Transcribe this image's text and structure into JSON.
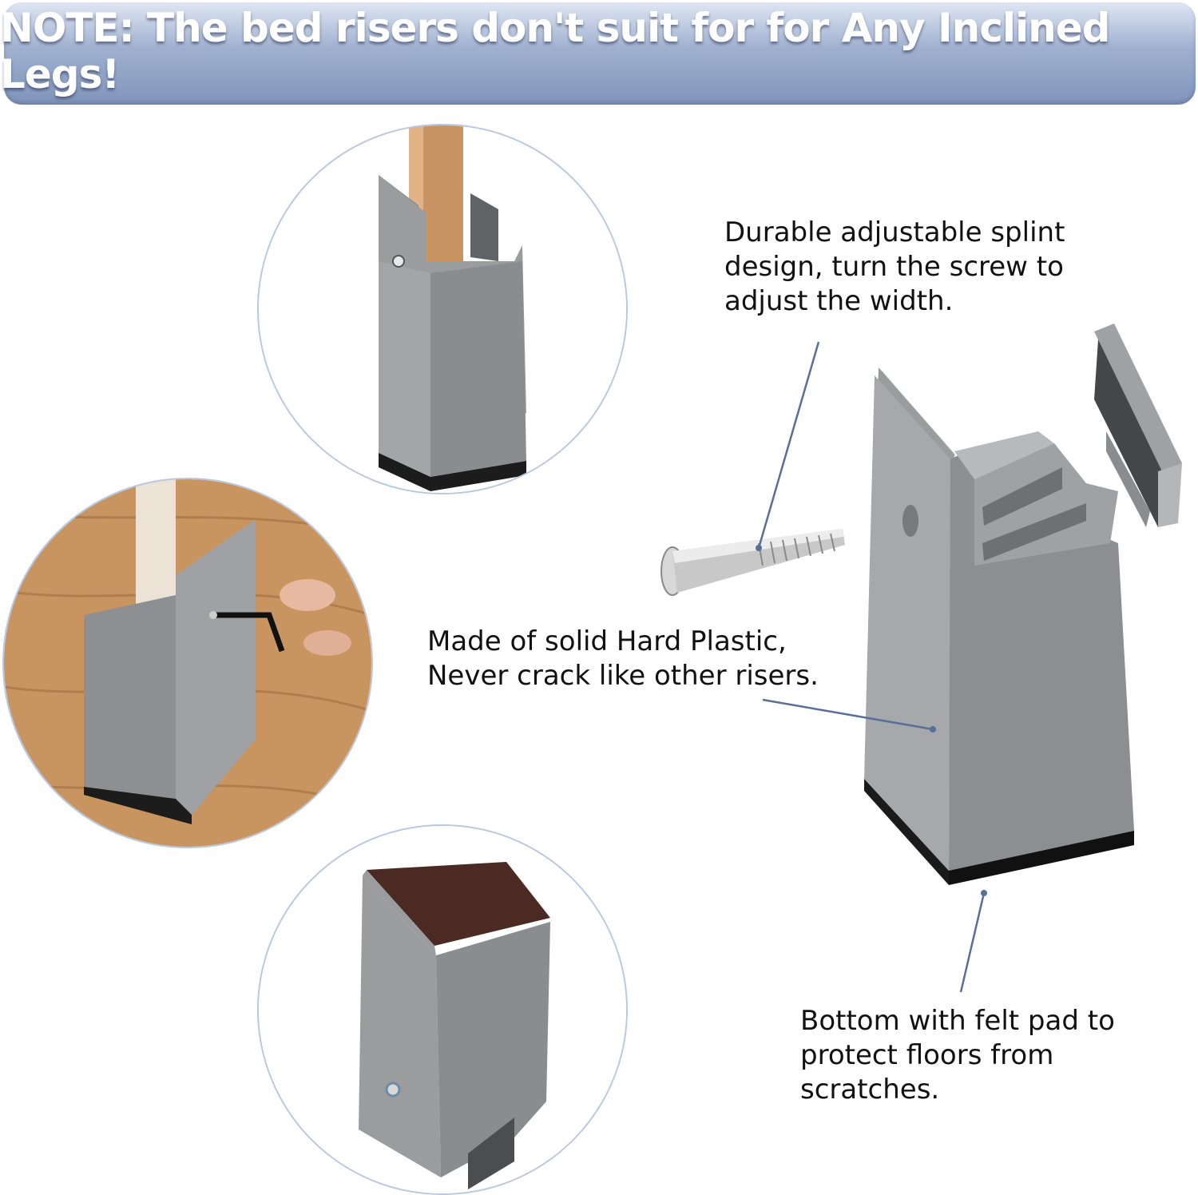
{
  "banner": {
    "text": "NOTE: The bed risers don't suit for for Any Inclined Legs!"
  },
  "callouts": {
    "splint": "Durable adjustable splint\ndesign, turn the screw to\nadjust the width.",
    "material": "Made of solid Hard Plastic,\nNever crack like other risers.",
    "felt": "Bottom with felt pad to\nprotect floors from\nscratches."
  },
  "colors": {
    "banner_top": "#dfe6f3",
    "banner_bottom": "#8094bb",
    "riser_gray": "#9a9c9e",
    "felt_brown": "#4a2a22",
    "wood_floor": "#c89560",
    "leader_line": "#5a6f97"
  }
}
